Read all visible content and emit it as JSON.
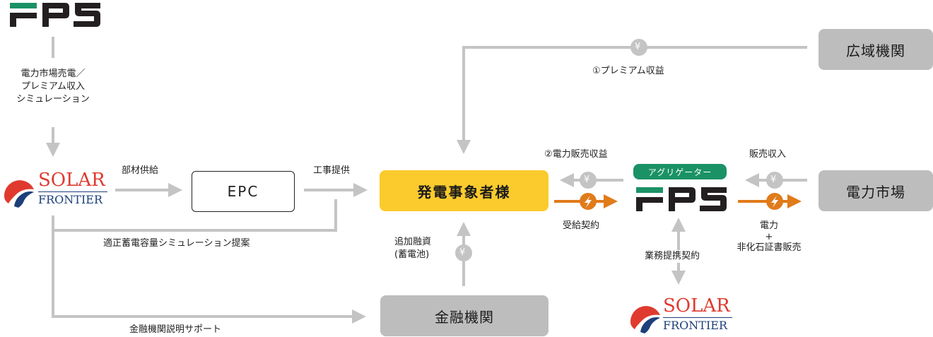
{
  "colors": {
    "gray_line": "#c4c4c4",
    "orange": "#e07b1a",
    "yellow": "#fbcb2d",
    "green": "#1a9265",
    "dark": "#231f20",
    "solar_red": "#e03a2f",
    "solar_navy": "#1d3f7a"
  },
  "logos": {
    "solar_frontier_line1": "SOLAR",
    "solar_frontier_line2": "FRONTIER"
  },
  "nodes": {
    "epc": "EPC",
    "generator": "発電事象者様",
    "financial": "金融機関",
    "occto": "広域機関",
    "market": "電力市場",
    "aggregator_badge": "アグリゲーター"
  },
  "labels": {
    "simulation": [
      "電力市場売電／",
      "プレミアム収入",
      "シミュレーション"
    ],
    "material_supply": "部材供給",
    "construction": "工事提供",
    "storage_simulation": "適正蓄電容量シミュレーション提案",
    "finance_support": "金融機関説明サポート",
    "additional_finance": [
      "追加融資",
      "(蓄電池)"
    ],
    "premium_revenue": "①プレミアム収益",
    "power_sales_revenue": "②電力販売収益",
    "supply_contract": "受給契約",
    "sales_income": "販売収入",
    "power_sale": [
      "電力",
      "+",
      "非化石証書販売"
    ],
    "business_alliance": "業務提携契約"
  },
  "icons": {
    "yen": "¥",
    "bolt": "lightning-icon"
  }
}
